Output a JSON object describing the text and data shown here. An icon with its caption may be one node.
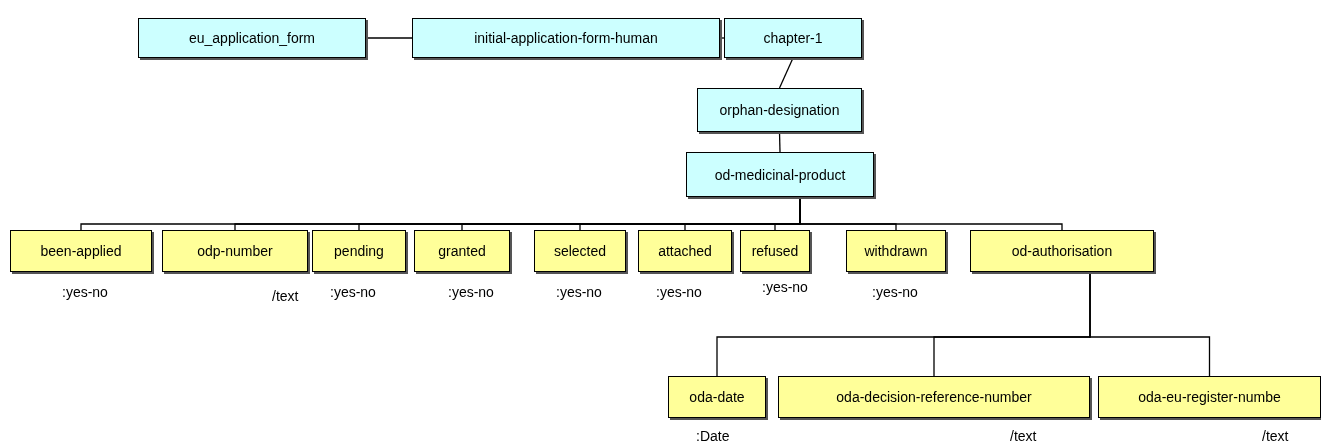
{
  "diagram": {
    "nodes": [
      {
        "text": [
          "eu_application_form"
        ]
      },
      {
        "text": [
          "initial-application-form-human"
        ]
      },
      {
        "text": [
          "chapter-1"
        ]
      },
      {
        "text": [
          "orphan-designation"
        ]
      },
      {
        "text": [
          "od-medicinal-product"
        ]
      },
      {
        "text": [
          "been-applied"
        ],
        "beside": [
          ":yes-no"
        ]
      },
      {
        "text": [
          "odp-number"
        ],
        "beside": [
          "/text"
        ]
      },
      {
        "text": [
          "pending"
        ],
        "beside": [
          ":yes-no"
        ]
      },
      {
        "text": [
          "granted"
        ],
        "beside": [
          ":yes-no"
        ]
      },
      {
        "text": [
          "selected"
        ],
        "beside": [
          ":yes-no"
        ]
      },
      {
        "text": [
          "attached"
        ],
        "beside": [
          ":yes-no"
        ]
      },
      {
        "text": [
          "refused"
        ],
        "beside": [
          ":yes-no"
        ]
      },
      {
        "text": [
          "withdrawn"
        ],
        "beside": [
          ":yes-no"
        ]
      },
      {
        "text": [
          "od-authorisation"
        ]
      },
      {
        "text": [
          "oda-date"
        ],
        "beside": [
          ":Date"
        ]
      },
      {
        "text": [
          "oda-decision-reference-number"
        ],
        "beside": [
          "/text"
        ]
      },
      {
        "text": [
          "oda-eu-register-numbe"
        ],
        "beside": [
          "/text"
        ]
      }
    ],
    "edges": [
      {
        "from": 0,
        "to": 1,
        "arrow": "none"
      },
      {
        "from": 1,
        "to": 2,
        "arrow": "none"
      },
      {
        "from": 2,
        "to": 3,
        "arrow": "none"
      },
      {
        "from": 3,
        "to": 4,
        "arrow": "none"
      },
      {
        "from": 4,
        "to": 5,
        "arrow": "none"
      },
      {
        "from": 4,
        "to": 6,
        "arrow": "none"
      },
      {
        "from": 4,
        "to": 7,
        "arrow": "none"
      },
      {
        "from": 4,
        "to": 8,
        "arrow": "none"
      },
      {
        "from": 4,
        "to": 9,
        "arrow": "none"
      },
      {
        "from": 4,
        "to": 10,
        "arrow": "none"
      },
      {
        "from": 4,
        "to": 11,
        "arrow": "none"
      },
      {
        "from": 4,
        "to": 12,
        "arrow": "none"
      },
      {
        "from": 4,
        "to": 13,
        "arrow": "none"
      },
      {
        "from": 13,
        "to": 14,
        "arrow": "none"
      },
      {
        "from": 13,
        "to": 15,
        "arrow": "none"
      },
      {
        "from": 13,
        "to": 16,
        "arrow": "none"
      }
    ]
  }
}
